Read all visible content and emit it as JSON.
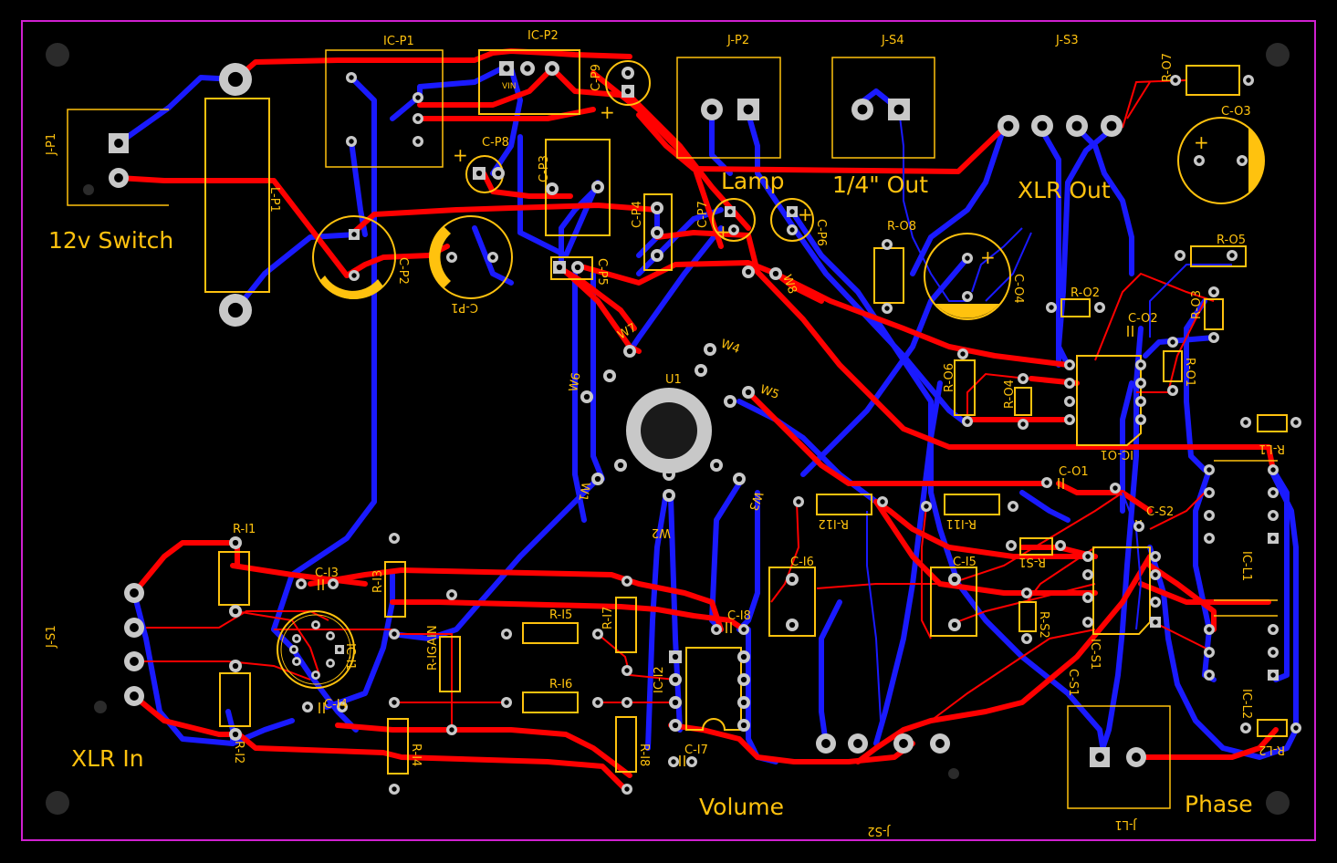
{
  "colors": {
    "background": "#000000",
    "top_copper": "#ff0000",
    "bottom_copper": "#1a1aff",
    "silkscreen": "#ffc20e",
    "pad": "#c8c8c8",
    "board_outline": "#d020d0"
  },
  "labels": {
    "big": {
      "switch": "12v Switch",
      "lamp": "Lamp",
      "quarter_out": "1/4\" Out",
      "xlr_out": "XLR Out",
      "xlr_in": "XLR In",
      "volume": "Volume",
      "phase": "Phase"
    },
    "parts": {
      "icp1": "IC-P1",
      "icp2": "IC-P2",
      "jp2": "J-P2",
      "js4": "J-S4",
      "js3": "J-S3",
      "ro7": "R-O7",
      "co3": "C-O3",
      "jp1": "J-P1",
      "lp1": "L-P1",
      "cp8": "C-P8",
      "cp3": "C-P3",
      "cp9": "C-P9",
      "vin": "VIN",
      "cp4": "C-P4",
      "cp7": "C-P7",
      "cp6": "C-P6",
      "ro8": "R-O8",
      "co4": "C-O4",
      "ro5": "R-O5",
      "cp2": "C-P2",
      "cp1": "C-P1",
      "cp5": "C-P5",
      "w8": "W8",
      "ro2": "R-O2",
      "ro3": "R-O3",
      "co2": "C-O2",
      "w7": "W7",
      "w4": "W4",
      "u1": "U1",
      "w6": "W6",
      "w5": "W5",
      "ro6": "R-O6",
      "ro4": "R-O4",
      "ro1": "R-O1",
      "io1": "IC-O1",
      "rl1": "R-L1",
      "co1": "C-O1",
      "w1": "W1",
      "w3": "W3",
      "w2": "W2",
      "ri12": "R-I12",
      "ri11": "R-I11",
      "cs2": "C-S2",
      "ri1": "R-I1",
      "rs1": "R-S1",
      "il1": "IC-L1",
      "ci6": "C-I6",
      "ci5": "C-I5",
      "ci3": "C-I3",
      "ri3": "R-I3",
      "js1": "J-S1",
      "rigain": "R-IGAIN",
      "ri5": "R-I5",
      "ri7": "R-I7",
      "ci8": "C-I8",
      "rs2": "R-S2",
      "ics1": "IC-S1",
      "ici1": "IC-I1",
      "ici2": "IC-I2",
      "ri6": "R-I6",
      "cs1": "C-S1",
      "il2": "IC-L2",
      "ci4": "C-I4",
      "ri2": "R-I2",
      "ri4": "R-I4",
      "ri8": "R-I8",
      "ci7": "C-I7",
      "rl2": "R-L2",
      "jl1": "J-L1",
      "js2": "J-S2"
    },
    "polarity": "+"
  }
}
